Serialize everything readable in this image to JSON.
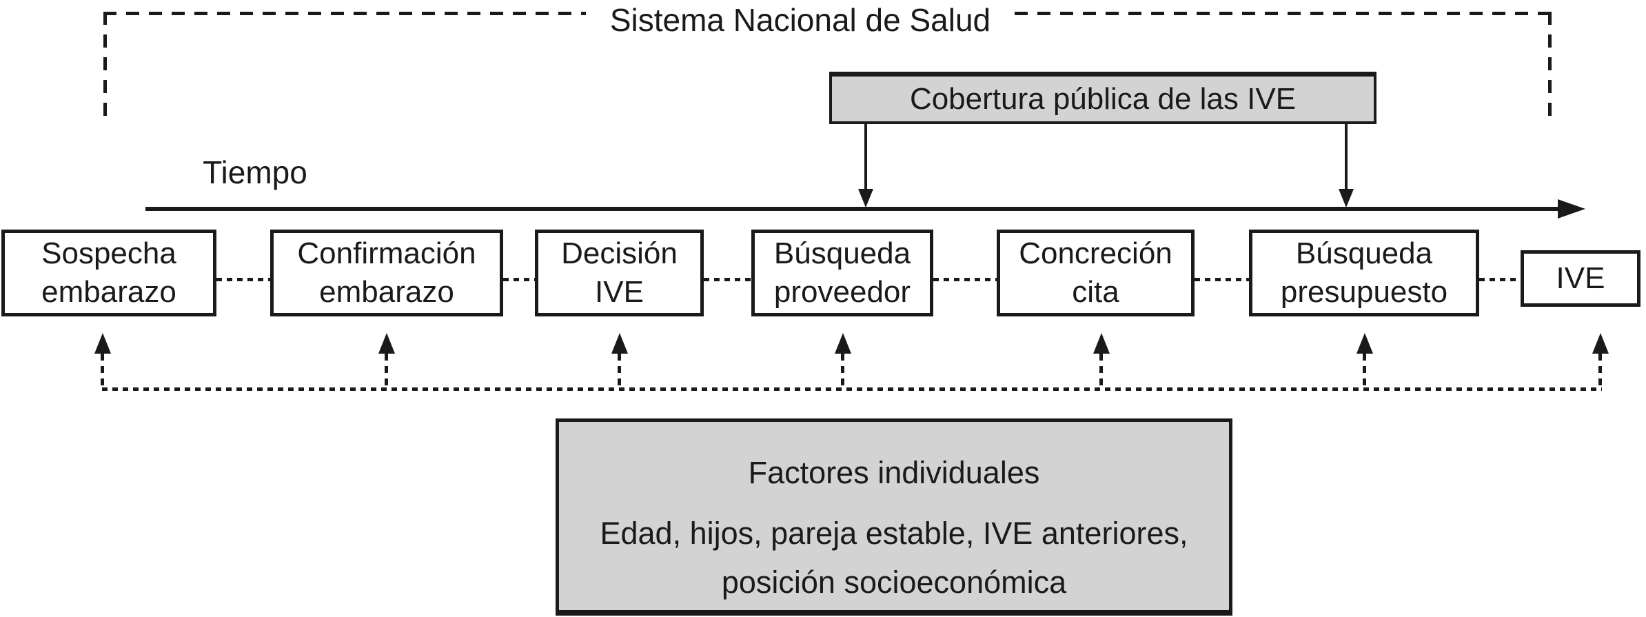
{
  "diagram": {
    "system_label": "Sistema Nacional de Salud",
    "coverage_label": "Cobertura pública de las IVE",
    "time_label": "Tiempo",
    "stages": [
      {
        "lines": [
          "Sospecha",
          "embarazo"
        ]
      },
      {
        "lines": [
          "Confirmación",
          "embarazo"
        ]
      },
      {
        "lines": [
          "Decisión",
          "IVE"
        ]
      },
      {
        "lines": [
          "Búsqueda",
          "proveedor"
        ]
      },
      {
        "lines": [
          "Concreción",
          "cita"
        ]
      },
      {
        "lines": [
          "Búsqueda",
          "presupuesto"
        ]
      },
      {
        "lines": [
          "IVE"
        ]
      }
    ],
    "factors": {
      "title": "Factores individuales",
      "details_line1": "Edad, hijos, pareja estable, IVE anteriores,",
      "details_line2": "posición socioeconómica"
    },
    "colors": {
      "line": "#1a1a1a",
      "box_fill": "#d3d3d3",
      "background": "#ffffff"
    }
  }
}
